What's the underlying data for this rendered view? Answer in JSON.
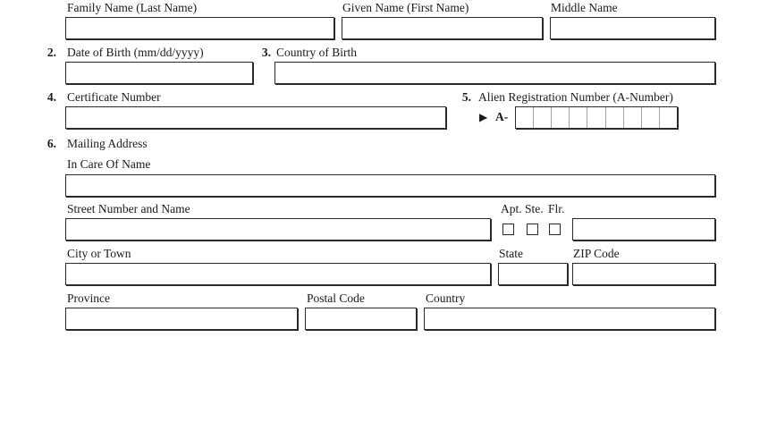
{
  "name": {
    "family_label": "Family Name (Last Name)",
    "given_label": "Given Name (First Name)",
    "middle_label": "Middle Name",
    "family_value": "",
    "given_value": "",
    "middle_value": ""
  },
  "dob": {
    "number": "2.",
    "label": "Date of Birth (mm/dd/yyyy)",
    "value": ""
  },
  "country_of_birth": {
    "number": "3.",
    "label": "Country of Birth",
    "value": ""
  },
  "certificate": {
    "number": "4.",
    "label": "Certificate Number",
    "value": ""
  },
  "alien_reg": {
    "number": "5.",
    "label": "Alien Registration Number (A-Number)",
    "arrow_icon": "▶",
    "prefix": "A-",
    "cell_count": 9
  },
  "mailing": {
    "number": "6.",
    "label": "Mailing Address",
    "care_of_label": "In Care Of Name",
    "street_label": "Street Number and Name",
    "apt_label": "Apt.",
    "ste_label": "Ste.",
    "flr_label": "Flr.",
    "city_label": "City or Town",
    "state_label": "State",
    "zip_label": "ZIP Code",
    "province_label": "Province",
    "postal_label": "Postal Code",
    "country_label": "Country",
    "care_of_value": "",
    "street_value": "",
    "apt_number_value": "",
    "city_value": "",
    "state_value": "",
    "zip_value": "",
    "province_value": "",
    "postal_value": "",
    "country_value": ""
  }
}
